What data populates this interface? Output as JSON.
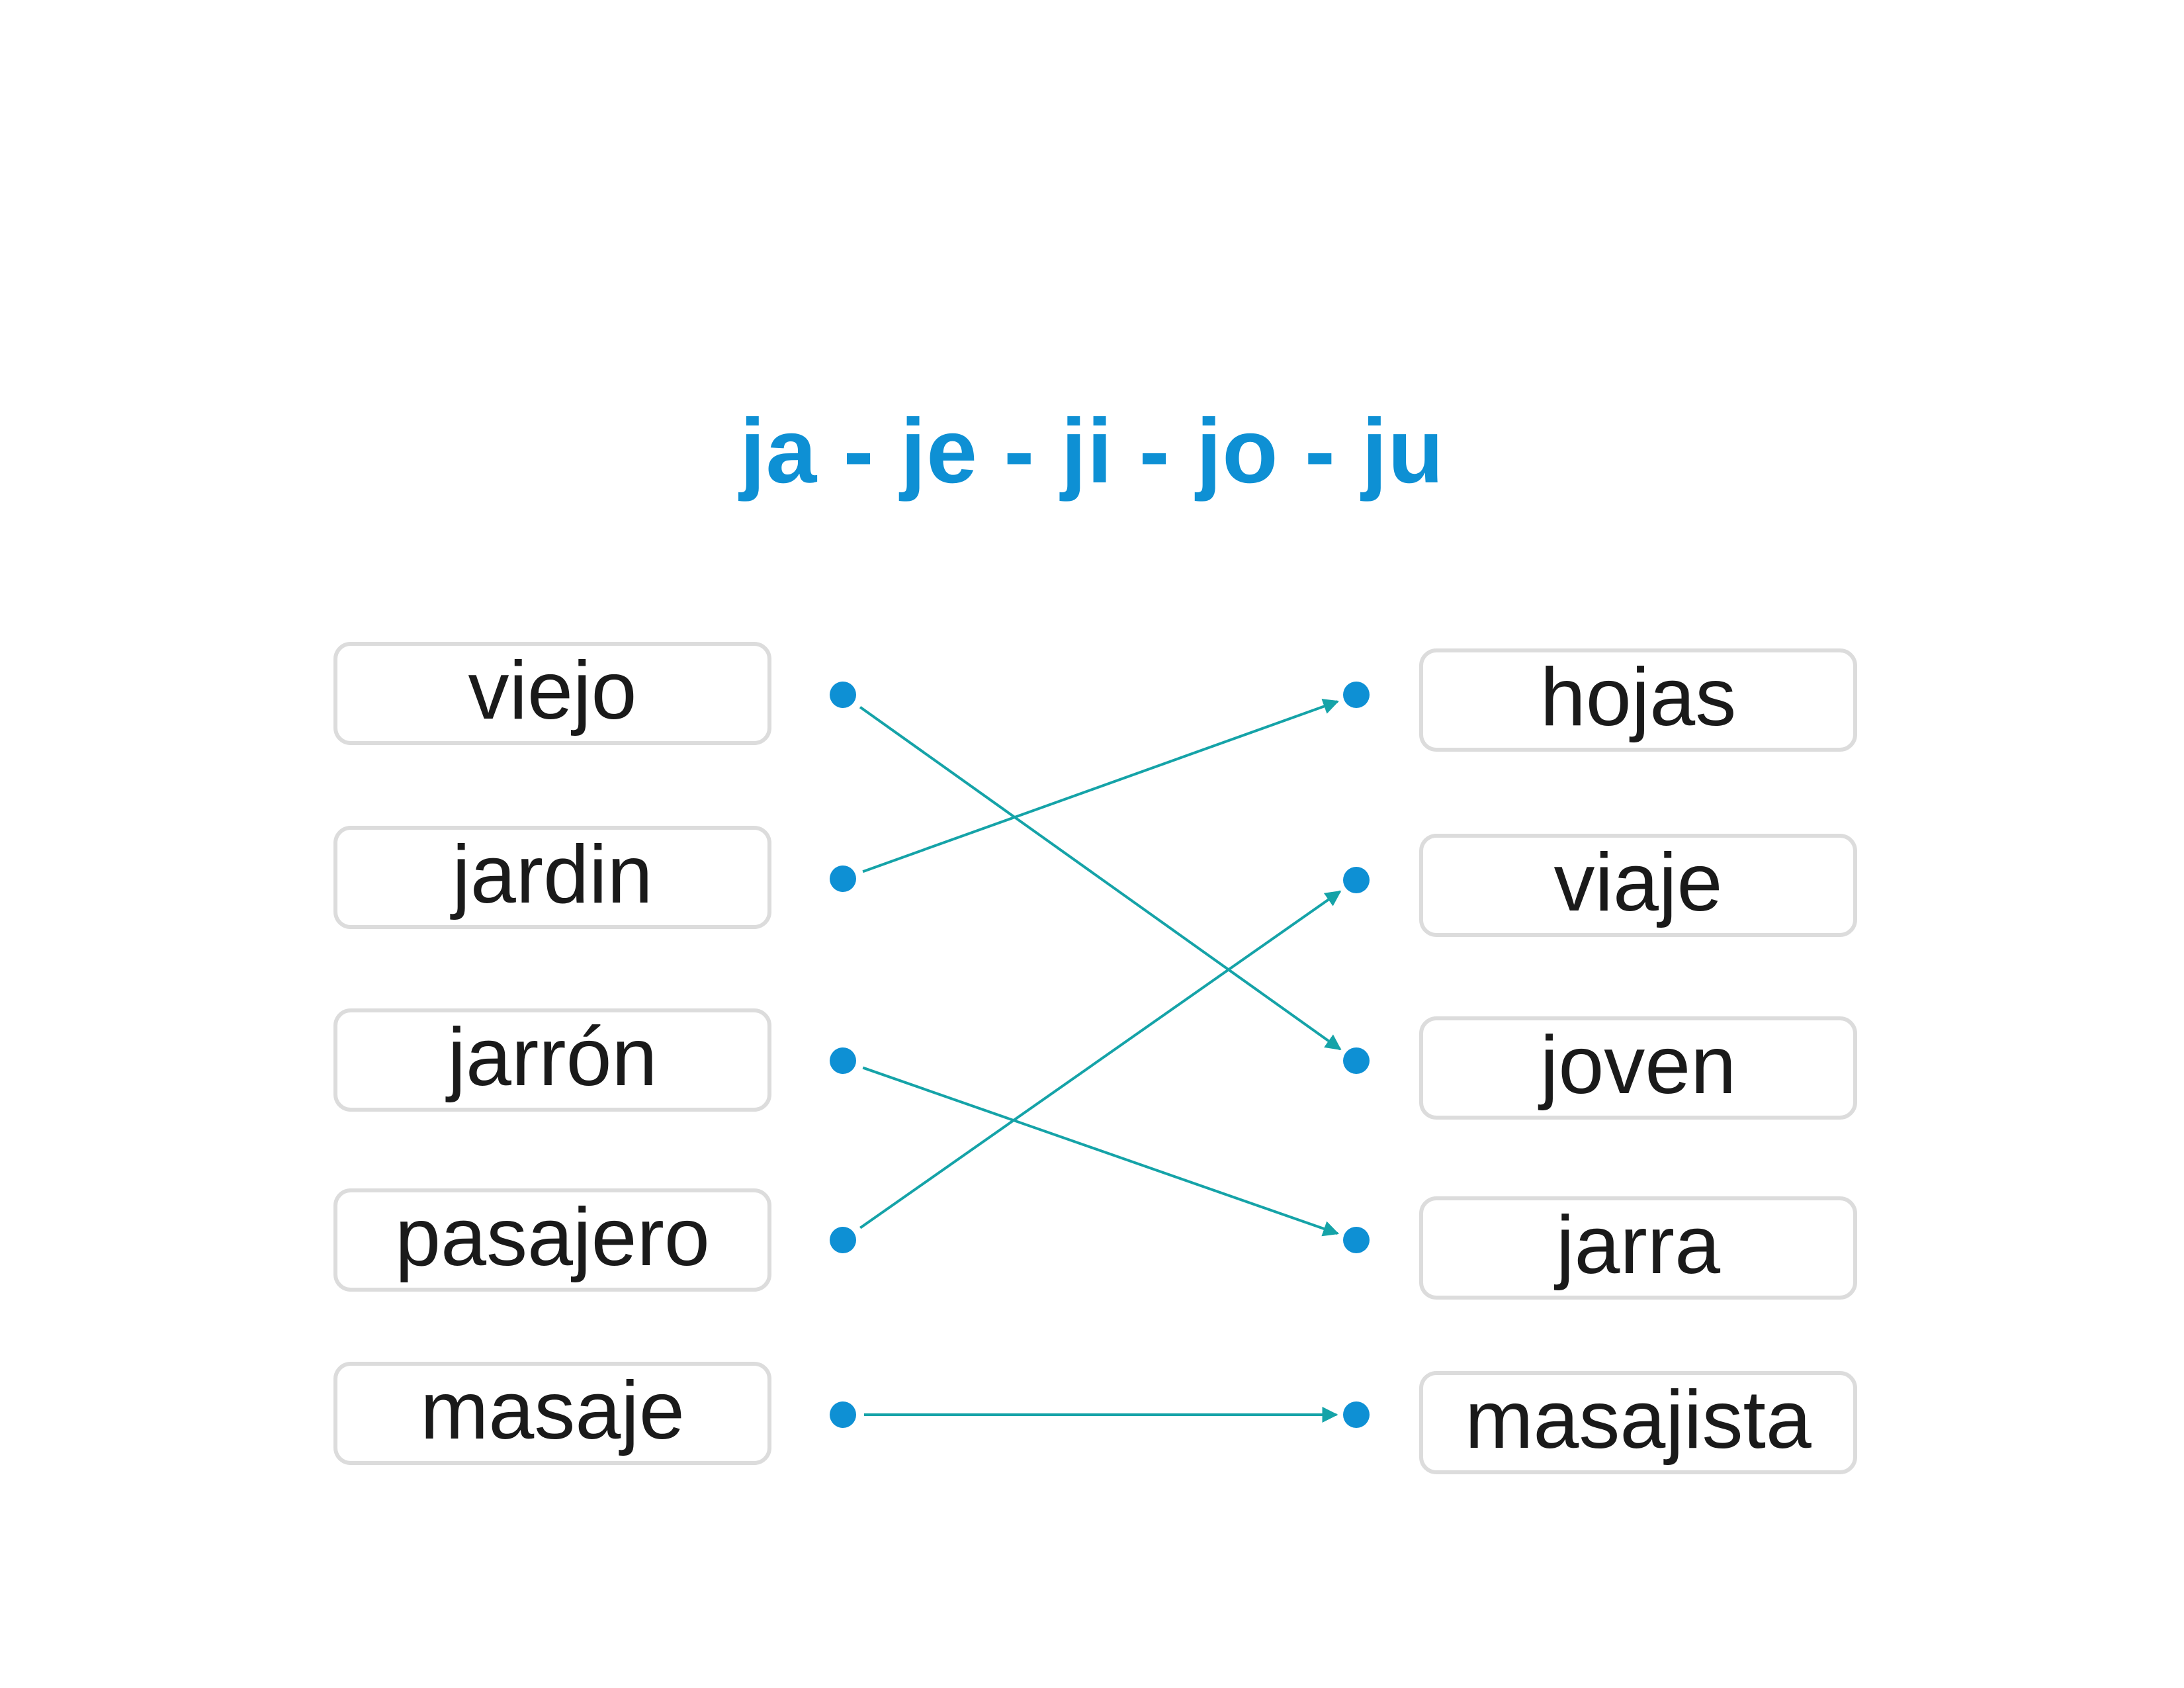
{
  "title": "ja - je - ji - jo - ju",
  "left_words": [
    "viejo",
    "jardin",
    "jarrón",
    "pasajero",
    "masaje"
  ],
  "right_words": [
    "hojas",
    "viaje",
    "joven",
    "jarra",
    "masajista"
  ],
  "matches": [
    {
      "from": 0,
      "to": 2
    },
    {
      "from": 1,
      "to": 0
    },
    {
      "from": 2,
      "to": 3
    },
    {
      "from": 3,
      "to": 1
    },
    {
      "from": 4,
      "to": 4
    }
  ],
  "colors": {
    "title": "#0e90d4",
    "dot": "#0e90d4",
    "line": "#15a3a8",
    "box_border": "#dcdcdc",
    "word_text": "#1a1a1a"
  }
}
